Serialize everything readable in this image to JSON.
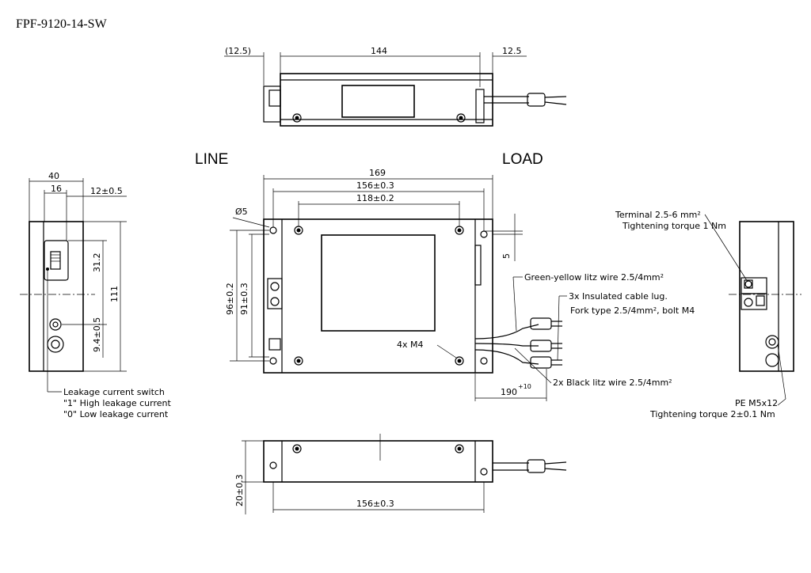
{
  "title": "FPF-9120-14-SW",
  "views": {
    "labels": {
      "line": "LINE",
      "load": "LOAD"
    },
    "top_view": {
      "dim_left": "(12.5)",
      "dim_width": "144",
      "dim_right": "12.5"
    },
    "front_view": {
      "dim_overall": "169",
      "dim_outer": "156±0.3",
      "dim_inner": "118±0.2",
      "dim_hole": "Ø5",
      "dim_right_small": "5",
      "dim_height_outer": "96±0.2",
      "dim_height_inner": "91±0.3",
      "screws": "4x M4",
      "cable_len": "190",
      "cable_len_tol": "+10"
    },
    "left_view": {
      "dim_width": "40",
      "dim_16": "16",
      "dim_12": "12±0.5",
      "dim_31": "31.2",
      "dim_111": "111",
      "dim_94": "9.4±0.5"
    },
    "bottom_view": {
      "dim_height": "20±0.3",
      "dim_width": "156±0.3"
    }
  },
  "annotations": {
    "switch": {
      "line1": "Leakage current switch",
      "line2": "\"1\" High leakage current",
      "line3": "\"0\" Low leakage current"
    },
    "green_yellow": "Green-yellow litz wire 2.5/4mm²",
    "lug_line1": "3x Insulated cable lug.",
    "lug_line2": "Fork type 2.5/4mm², bolt M4",
    "black_wire": "2x Black litz wire 2.5/4mm²",
    "terminal_line1": "Terminal 2.5-6 mm²",
    "terminal_line2": "Tightening torque 1 Nm",
    "pe_line1": "PE M5x12",
    "pe_line2": "Tightening torque 2±0.1 Nm"
  }
}
